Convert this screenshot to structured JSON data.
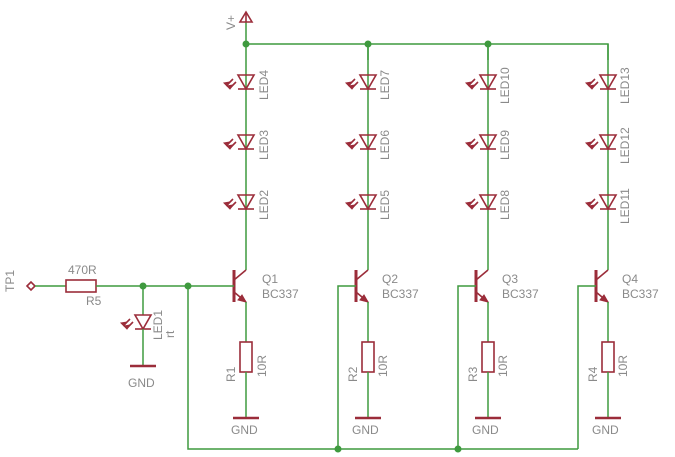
{
  "supply_label": "V+",
  "testpoint_label": "TP1",
  "input_resistor": {
    "name": "R5",
    "value": "470R"
  },
  "indicator_led": {
    "name": "LED1",
    "value": "rt"
  },
  "gnd_label": "GND",
  "columns": [
    {
      "leds": [
        "LED4",
        "LED3",
        "LED2"
      ],
      "transistor": {
        "name": "Q1",
        "part": "BC337"
      },
      "resistor": {
        "name": "R1",
        "value": "10R"
      }
    },
    {
      "leds": [
        "LED7",
        "LED6",
        "LED5"
      ],
      "transistor": {
        "name": "Q2",
        "part": "BC337"
      },
      "resistor": {
        "name": "R2",
        "value": "10R"
      }
    },
    {
      "leds": [
        "LED10",
        "LED9",
        "LED8"
      ],
      "transistor": {
        "name": "Q3",
        "part": "BC337"
      },
      "resistor": {
        "name": "R3",
        "value": "10R"
      }
    },
    {
      "leds": [
        "LED13",
        "LED12",
        "LED11"
      ],
      "transistor": {
        "name": "Q4",
        "part": "BC337"
      },
      "resistor": {
        "name": "R4",
        "value": "10R"
      }
    }
  ],
  "colors": {
    "wire": "#3f9a3f",
    "part": "#9b2d3a",
    "label": "#8a8a8a"
  }
}
